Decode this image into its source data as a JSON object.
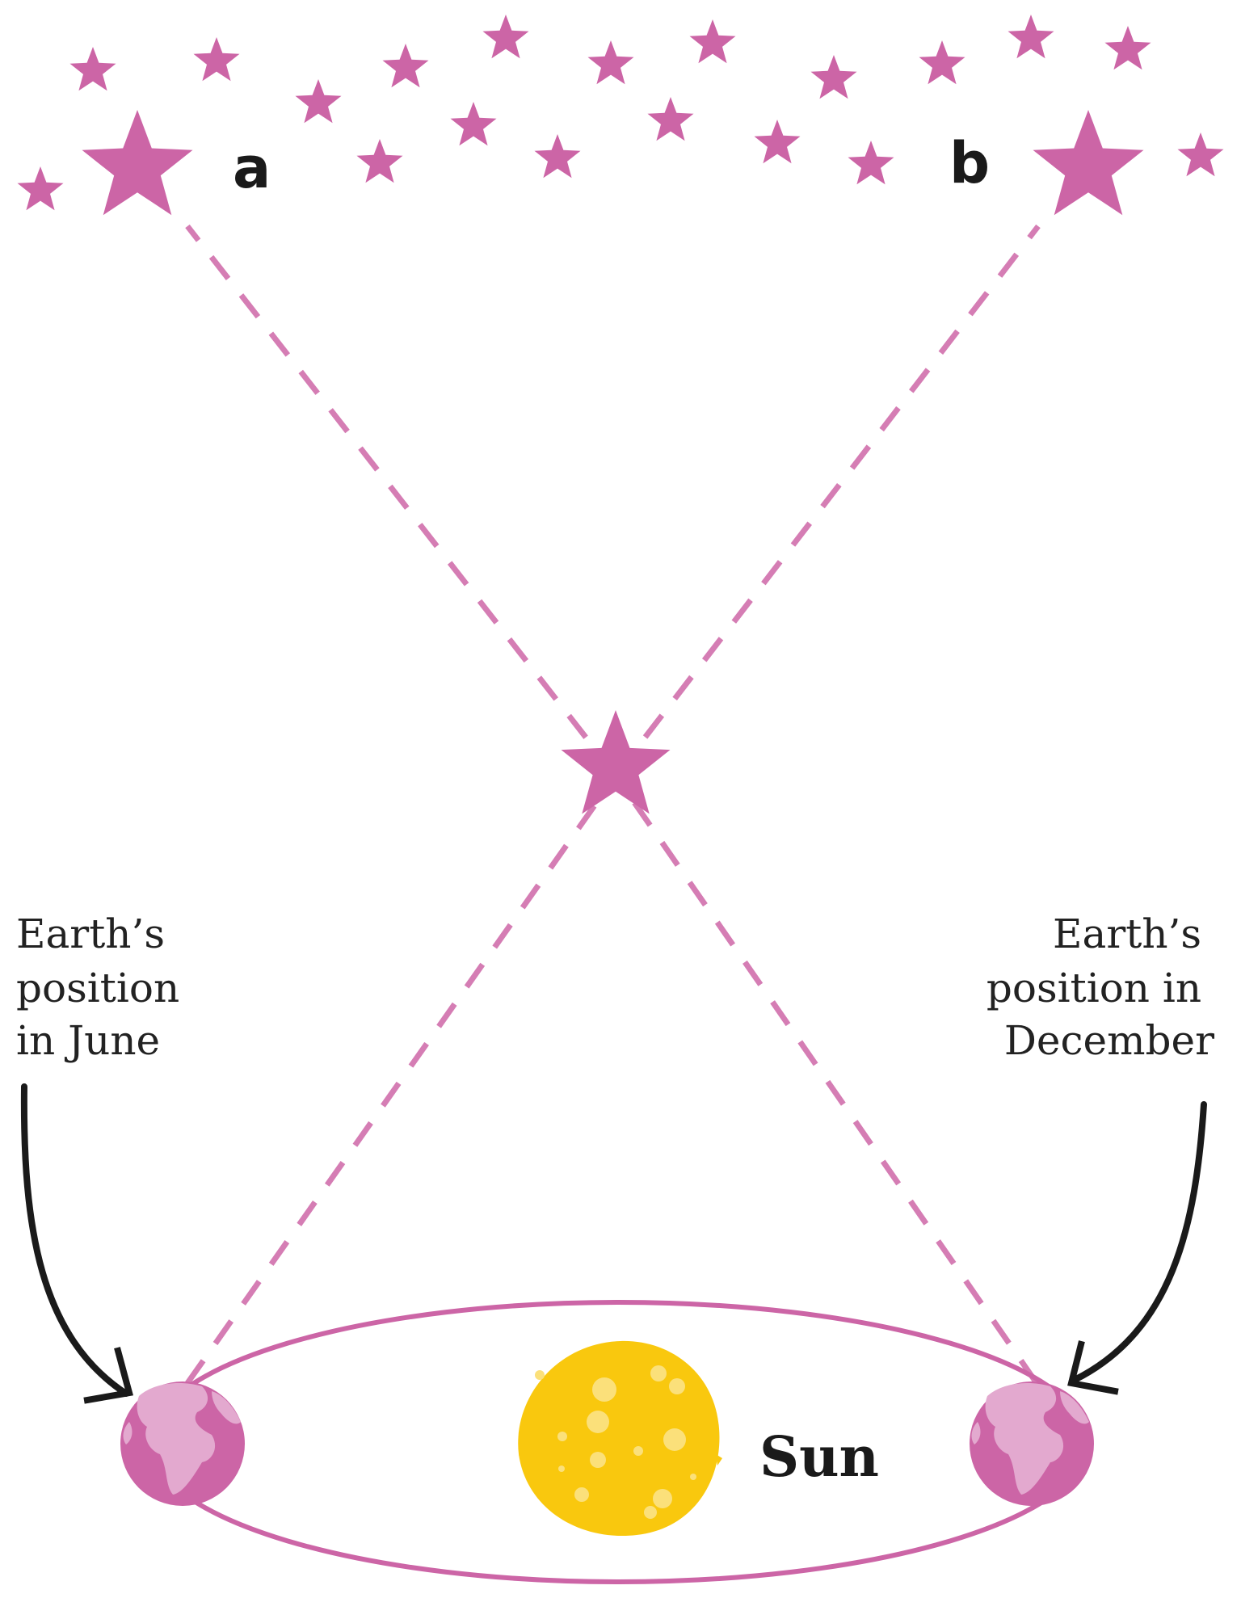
{
  "labels": {
    "star_a": "a",
    "star_b": "b",
    "sun": "Sun",
    "june": [
      "Earth’s",
      "position",
      "in June"
    ],
    "december": [
      "Earth’s",
      "position in",
      "December"
    ]
  },
  "colors": {
    "star": "#cc65a6",
    "sight_line": "#d57db4",
    "orbit": "#cc65a6",
    "sun": "#f9c80e",
    "earth_ocean": "#cc65a6",
    "earth_land": "#e3a9cf",
    "arrow": "#1a1a1a"
  },
  "icons": {
    "background_stars": "star-icon",
    "sun": "sun-icon",
    "earth": "earth-icon"
  }
}
